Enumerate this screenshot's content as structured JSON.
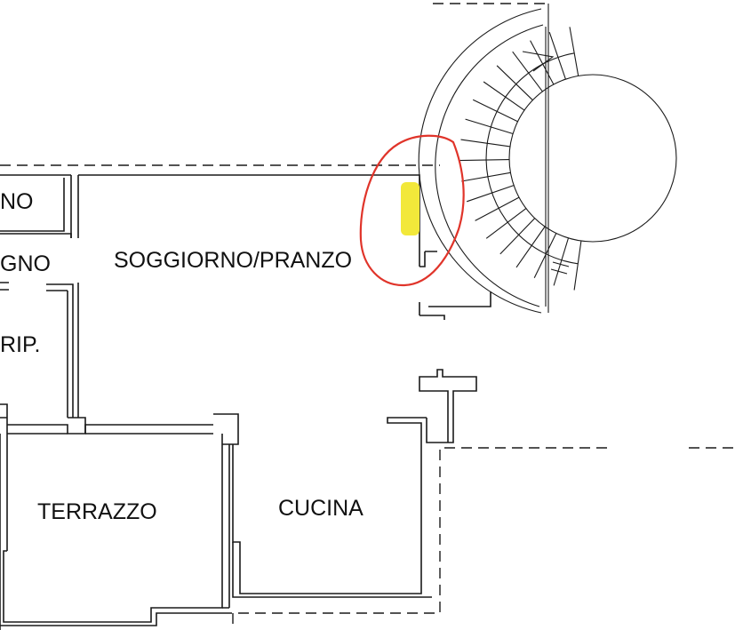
{
  "rooms": {
    "top_left_fragment": "NO",
    "bagno_fragment": "GNO",
    "rip_fragment": "RIP.",
    "soggiorno": "SOGGIORNO/PRANZO",
    "terrazzo": "TERRAZZO",
    "cucina": "CUCINA"
  },
  "annotations": {
    "circle_color": "#e0342a",
    "highlight_color": "#f2e83a"
  },
  "icons": {
    "stair": "spiral-staircase-icon"
  }
}
